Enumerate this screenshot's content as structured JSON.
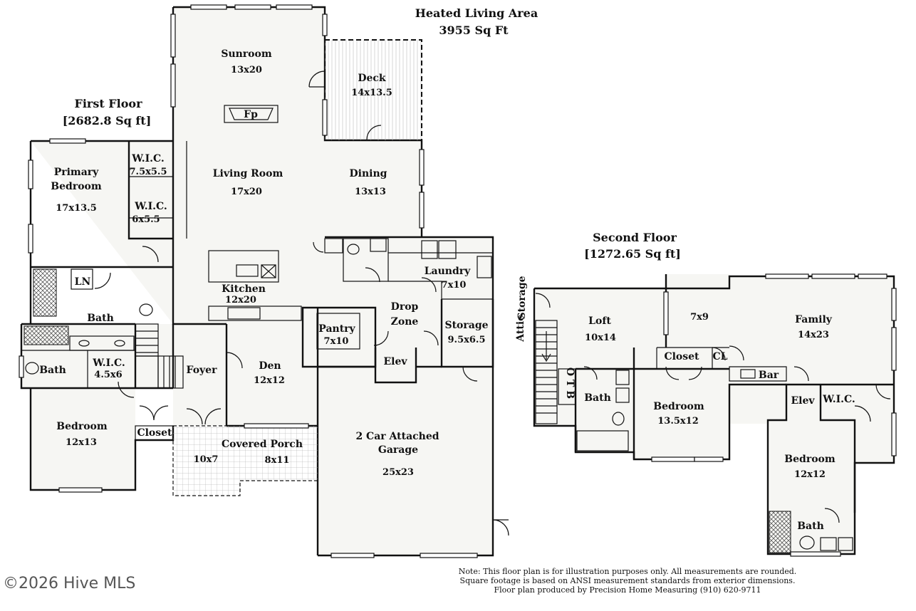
{
  "header": {
    "title_line1": "Heated Living Area",
    "title_line2": "3955 Sq Ft"
  },
  "first_floor": {
    "title": "First Floor",
    "area": "[2682.8 Sq ft]",
    "rooms": {
      "sunroom": {
        "name": "Sunroom",
        "dim": "13x20"
      },
      "fireplace": {
        "name": "Fp"
      },
      "deck": {
        "name": "Deck",
        "dim": "14x13.5"
      },
      "primary_bedroom": {
        "name1": "Primary",
        "name2": "Bedroom",
        "dim": "17x13.5"
      },
      "wic1": {
        "name": "W.I.C.",
        "dim": "7.5x5.5"
      },
      "wic2": {
        "name": "W.I.C.",
        "dim": "6x5.5"
      },
      "living_room": {
        "name": "Living Room",
        "dim": "17x20"
      },
      "dining": {
        "name": "Dining",
        "dim": "13x13"
      },
      "ln": {
        "name": "LN"
      },
      "bath1": {
        "name": "Bath"
      },
      "kitchen": {
        "name": "Kitchen",
        "dim": "12x20"
      },
      "laundry": {
        "name": "Laundry",
        "dim": "7x10"
      },
      "pantry": {
        "name": "Pantry",
        "dim": "7x10"
      },
      "drop_zone": {
        "name1": "Drop",
        "name2": "Zone"
      },
      "storage": {
        "name": "Storage",
        "dim": "9.5x6.5"
      },
      "bath2": {
        "name": "Bath"
      },
      "wic3": {
        "name": "W.I.C.",
        "dim": "4.5x6"
      },
      "foyer": {
        "name": "Foyer"
      },
      "den": {
        "name": "Den",
        "dim": "12x12"
      },
      "elev": {
        "name": "Elev"
      },
      "bedroom": {
        "name": "Bedroom",
        "dim": "12x13"
      },
      "closet": {
        "name": "Closet"
      },
      "covered_porch": {
        "name": "Covered Porch",
        "dim1": "10x7",
        "dim2": "8x11"
      },
      "garage": {
        "name1": "2 Car Attached",
        "name2": "Garage",
        "dim": "25x23"
      }
    }
  },
  "second_floor": {
    "title": "Second Floor",
    "area": "[1272.65 Sq ft]",
    "rooms": {
      "attic_storage": {
        "name1": "Attic",
        "name2": "Storage"
      },
      "loft": {
        "name": "Loft",
        "dim": "10x14"
      },
      "room_7x9": {
        "dim": "7x9"
      },
      "family": {
        "name": "Family",
        "dim": "14x23"
      },
      "closet": {
        "name": "Closet"
      },
      "cl": {
        "name": "CL"
      },
      "bar": {
        "name": "Bar"
      },
      "otb": {
        "name": "O T B"
      },
      "bath1": {
        "name": "Bath"
      },
      "bedroom1": {
        "name": "Bedroom",
        "dim": "13.5x12"
      },
      "elev": {
        "name": "Elev"
      },
      "wic": {
        "name": "W.I.C."
      },
      "bedroom2": {
        "name": "Bedroom",
        "dim": "12x12"
      },
      "bath2": {
        "name": "Bath"
      }
    }
  },
  "footer": {
    "watermark": "©2026 Hive MLS",
    "note_line1": "Note: This floor plan is for illustration purposes only. All measurements are rounded.",
    "note_line2": "Square footage is based on ANSI measurement standards from exterior dimensions.",
    "note_line3": "Floor plan produced by Precision Home Measuring (910) 620-9711"
  }
}
